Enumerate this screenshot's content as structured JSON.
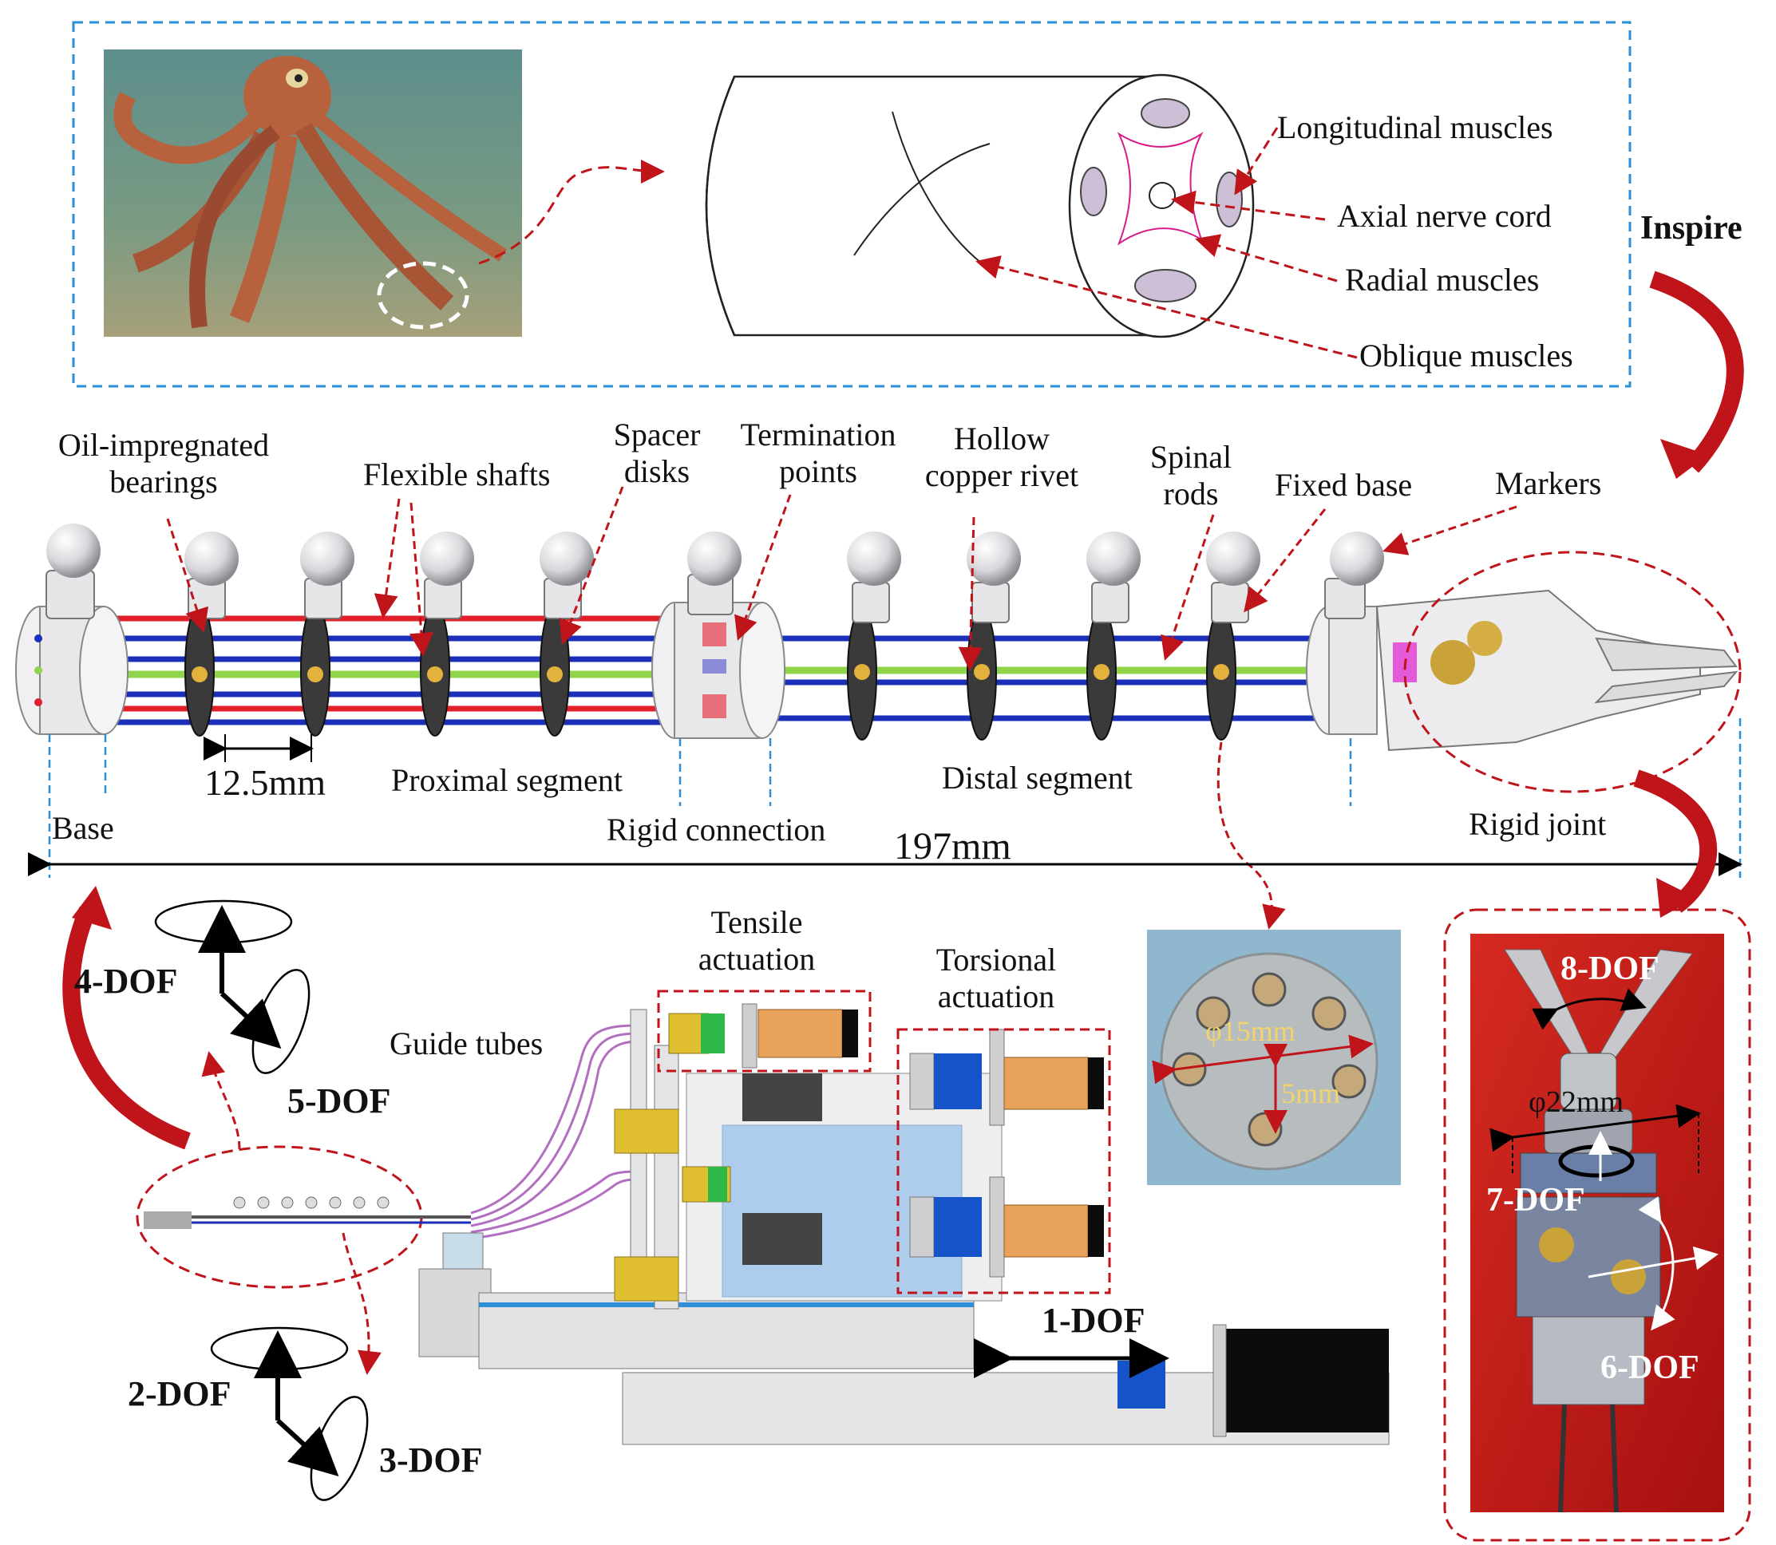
{
  "inspiration": {
    "inspire_label": "Inspire",
    "muscles": {
      "longitudinal": "Longitudinal muscles",
      "axial_nerve": "Axial nerve cord",
      "radial": "Radial muscles",
      "oblique": "Oblique muscles"
    }
  },
  "robot": {
    "oil_bearings": "Oil-impregnated\nbearings",
    "flexible_shafts": "Flexible shafts",
    "spacer_disks": "Spacer\ndisks",
    "termination_points": "Termination\npoints",
    "hollow_rivet": "Hollow\ncopper rivet",
    "spinal_rods": "Spinal\nrods",
    "fixed_base": "Fixed base",
    "markers": "Markers",
    "spacing": "12.5mm",
    "proximal_segment": "Proximal segment",
    "distal_segment": "Distal segment",
    "base": "Base",
    "rigid_connection": "Rigid connection",
    "rigid_joint": "Rigid joint",
    "total_length": "197mm"
  },
  "actuation": {
    "tensile": "Tensile\nactuation",
    "torsional": "Torsional\nactuation",
    "guide_tubes": "Guide tubes"
  },
  "disk_photo": {
    "diameter": "φ15mm",
    "hole": "5mm"
  },
  "gripper_photo": {
    "diameter": "φ22mm",
    "dof8": "8-DOF",
    "dof7": "7-DOF",
    "dof6": "6-DOF"
  },
  "dof": {
    "d1": "1-DOF",
    "d2": "2-DOF",
    "d3": "3-DOF",
    "d4": "4-DOF",
    "d5": "5-DOF"
  },
  "colors": {
    "dashed_red": "#c0141b",
    "dashed_blue": "#2b8fd6",
    "red_rod": "#e0202a",
    "blue_rod": "#1b2fb8",
    "green_rod": "#8fd44a",
    "octopus": "#b7613d",
    "muscle": "#cdbfd6",
    "motor_blue": "#1553c9",
    "motor_orange": "#e8a25a",
    "photo_red": "#c81c1c",
    "photo_blue": "#8fb8cf"
  }
}
